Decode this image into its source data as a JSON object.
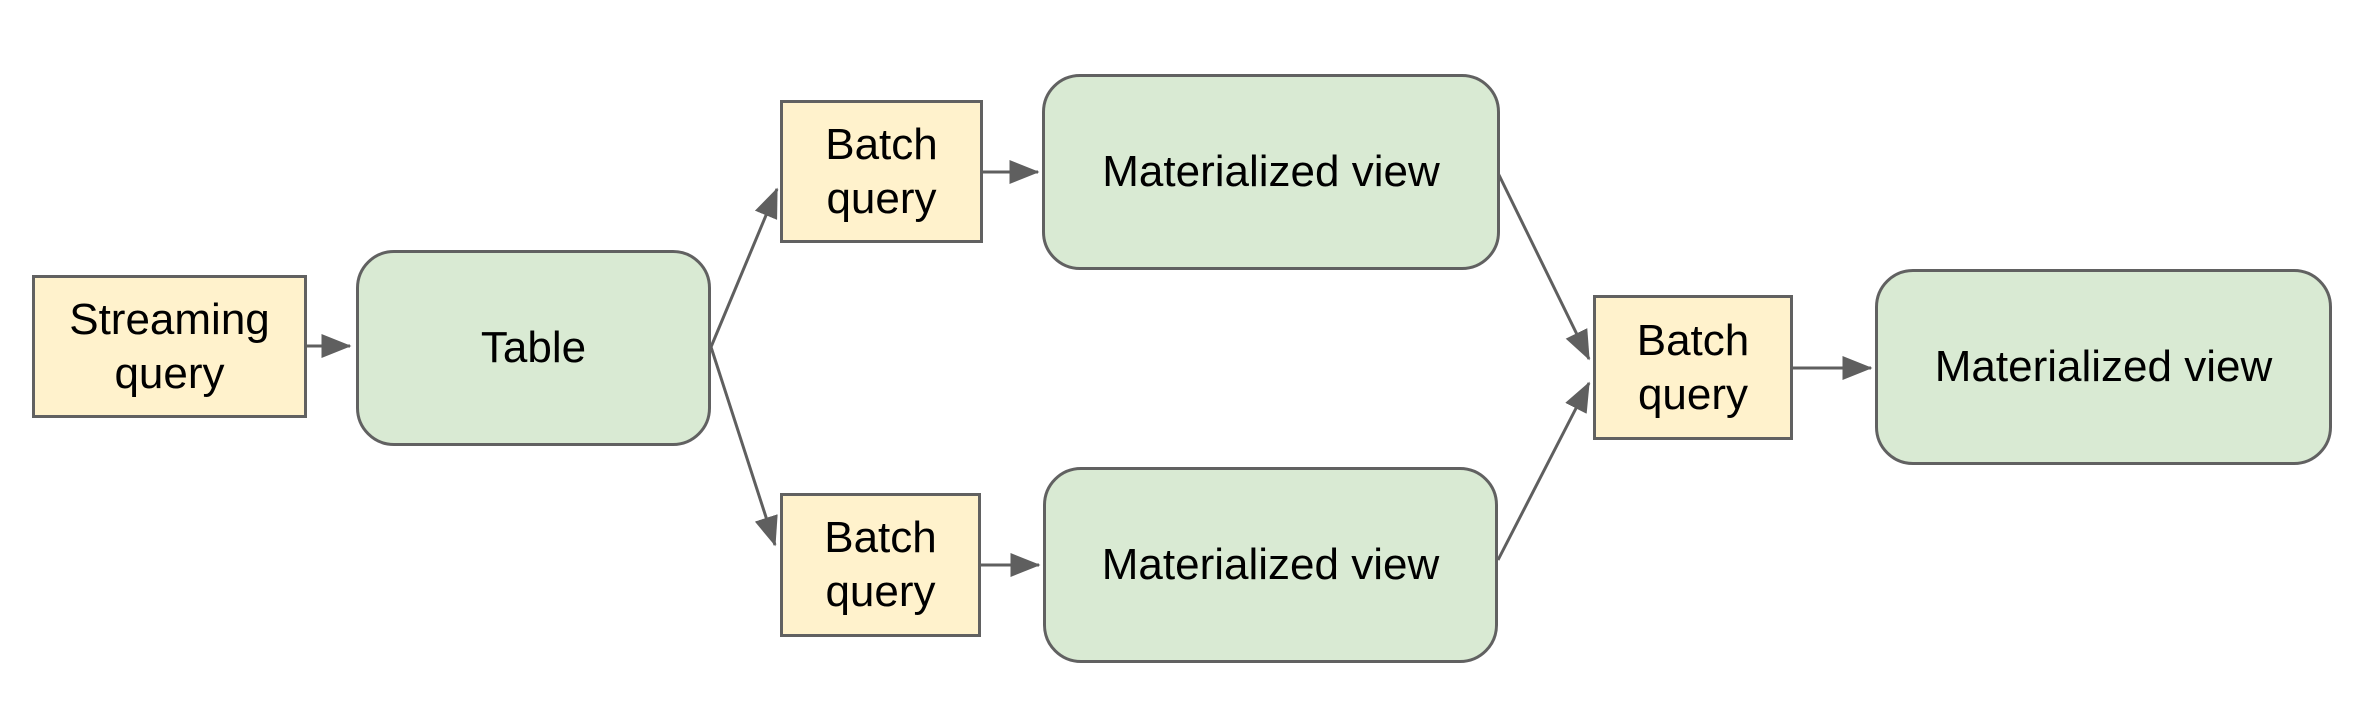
{
  "colors": {
    "background": "#FFFFFF",
    "query_box_fill": "#FFF2CC",
    "view_box_fill": "#D9EAD3",
    "box_border": "#616161",
    "arrow": "#5F5F5F",
    "text": "#000000"
  },
  "nodes": {
    "streaming_query": {
      "label": "Streaming query",
      "shape": "rectangle",
      "fill": "#FFF2CC"
    },
    "table": {
      "label": "Table",
      "shape": "rounded-rectangle",
      "fill": "#D9EAD3"
    },
    "batch_query_top": {
      "label": "Batch query",
      "shape": "rectangle",
      "fill": "#FFF2CC"
    },
    "materialized_view_top": {
      "label": "Materialized view",
      "shape": "rounded-rectangle",
      "fill": "#D9EAD3"
    },
    "batch_query_bottom": {
      "label": "Batch query",
      "shape": "rectangle",
      "fill": "#FFF2CC"
    },
    "materialized_view_bottom": {
      "label": "Materialized view",
      "shape": "rounded-rectangle",
      "fill": "#D9EAD3"
    },
    "batch_query_right": {
      "label": "Batch query",
      "shape": "rectangle",
      "fill": "#FFF2CC"
    },
    "materialized_view_right": {
      "label": "Materialized view",
      "shape": "rounded-rectangle",
      "fill": "#D9EAD3"
    }
  },
  "edges": [
    {
      "from": "streaming_query",
      "to": "table"
    },
    {
      "from": "table",
      "to": "batch_query_top"
    },
    {
      "from": "table",
      "to": "batch_query_bottom"
    },
    {
      "from": "batch_query_top",
      "to": "materialized_view_top"
    },
    {
      "from": "batch_query_bottom",
      "to": "materialized_view_bottom"
    },
    {
      "from": "materialized_view_top",
      "to": "batch_query_right"
    },
    {
      "from": "materialized_view_bottom",
      "to": "batch_query_right"
    },
    {
      "from": "batch_query_right",
      "to": "materialized_view_right"
    }
  ]
}
